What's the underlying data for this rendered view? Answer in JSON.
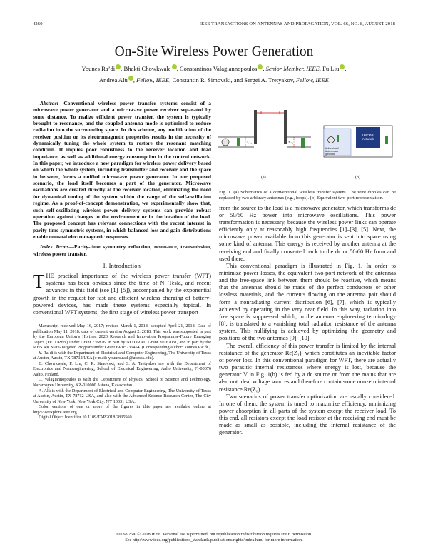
{
  "header": {
    "page_number": "4260",
    "journal": "IEEE TRANSACTIONS ON ANTENNAS AND PROPAGATION, VOL. 66, NO. 8, AUGUST 2018"
  },
  "title": "On-Site Wireless Power Generation",
  "authors": {
    "line1": [
      "Younes Ra’di",
      ", Bhakti Chowkwale",
      ", Constantinos Valagiannopoulos",
      ", ",
      "Senior Member, IEEE",
      ", Fu Liu",
      ","
    ],
    "line2": [
      "Andrea Alù",
      ", ",
      "Fellow, IEEE",
      ", Constantin R. Simovski, and Sergei A. Tretyakov, ",
      "Fellow, IEEE"
    ]
  },
  "abstract": {
    "label": "Abstract—",
    "text": "Conventional wireless power transfer systems consist of a microwave power generator and a microwave power receiver separated by some distance. To realize efficient power transfer, the system is typically brought to resonance, and the coupled-antenna mode is optimized to reduce radiation into the surrounding space. In this scheme, any modification of the receiver position or its electromagnetic properties results in the necessity of dynamically tuning the whole system to restore the resonant matching condition. It implies poor robustness to the receiver location and load impedance, as well as additional energy consumption in the control network. In this paper, we introduce a new paradigm for wireless power delivery based on which the whole system, including transmitter and receiver and the space in between, forms a unified microwave power generator. In our proposed scenario, the load itself becomes a part of the generator. Microwave oscillations are created directly at the receiver location, eliminating the need for dynamical tuning of the system within the range of the self-oscillation regime. As a proof-of-concept demonstration, we experimentally show that, such self-oscillating wireless power delivery systems can provide robust operation against changes in the environment or in the location of the load. The proposed concept has relevant connections with the recent interest in parity-time symmetric systems, in which balanced loss and gain distributions enable unusual electromagnetic responses."
  },
  "index_terms": {
    "label": "Index Terms—",
    "text": "Parity-time symmetry reflection, resonance, transmission, wireless power transfer."
  },
  "section1": {
    "heading": "I. Introduction",
    "dropcap": "T",
    "p1_rest": "HE practical importance of the wireless power transfer (WPT) systems has been obvious since the time of N. Tesla, and recent advances in this field (see [1]–[5]), accompanied by the exponential growth in the request for fast and efficient wireless charging of battery-powered devices, has made these systems especially topical. In conventional WPT systems, the first stage of wireless power transport"
  },
  "footnotes": [
    "Manuscript received May 16, 2017; revised March 1, 2018; accepted April 21, 2018. Date of publication May 11, 2018; date of current version August 2, 2018. This work was supported in part by the European Union’s Horizon 2020 Research and Innovation Programme-Future Emerging Topics (FETOPEN) under Grant 736876, in part by NU ORAU Grant 20162031, and in part by the MHS RK State-Targeted Program under Grant BR05236454. (Corresponding author: Younes Ra’di.)",
    "Y. Ra’di is with the Department of Electrical and Computer Engineering, The University of Texas at Austin, Austin, TX 78712 USA (e-mail: younes.radi@utexas.edu).",
    "B. Chowkwale, F. Liu, C. R. Simovski, and S. A. Tretyakov are with the Department of Electronics and Nanoengineering, School of Electrical Engineering, Aalto University, FI-00076 Aalto, Finland.",
    "C. Valagiannopoulos is with the Department of Physics, School of Science and Technology, Nazarbayev University, KZ-010000 Astana, Kazakhstan.",
    "A. Alù is with the Department of Electrical and Computer Engineering, The University of Texas at Austin, Austin, TX 78712 USA, and also with the Advanced Science Research Center, The City University of New York, New York City, NY 10031 USA.",
    "Color versions of one or more of the figures in this paper are available online at http://ieeexplore.ieee.org.",
    "Digital Object Identifier 10.1109/TAP.2018.2835560"
  ],
  "figure": {
    "label_a": "(a)",
    "label_b": "(b)",
    "zin1": "Zᵢₙ,₁",
    "zin2": "Zᵢₙ,₂",
    "two_port": [
      "Two-port",
      "network"
    ],
    "generator": [
      "Active circuit/",
      "Autonomous",
      "generator"
    ],
    "caption": "Fig. 1. (a) Schematics of a conventional wireless transfer system. The wire dipoles can be replaced by two arbitrary antennas (e.g., loops). (b) Equivalent two-port representation."
  },
  "right_column": {
    "p_cont": "from the source to the load is a microwave generator, which transforms dc or 50/60 Hz power into microwave oscillations. This power transformation is necessary, because the wireless power links can operate efficiently only at reasonably high frequencies [1]–[3], [5]. Next, the microwave power available from this generator is sent into space using some kind of antenna. This energy is received by another antenna at the receiving end and finally converted back to the dc or 50/60 Hz form and used there.",
    "p2": "This conventional paradigm is illustrated in Fig. 1. In order to minimize power losses, the equivalent two-port network of the antennas and the free-space link between them should be reactive, which means that the antennas should be made of the perfect conductors or other lossless materials, and the currents flowing on the antenna pair should form a nonradiating current distribution [6], [7], which is typically achieved by operating in the very near field. In this way, radiation into free space is suppressed which, in the antenna engineering terminology [8], is translated to a vanishing total radiation resistance of the antenna system. This nullifying is achieved by optimizing the geometry and positions of the two antennas [9], [10].",
    "p3": "The overall efficiency of this power transfer is limited by the internal resistance of the generator Re(Z₁), which constitutes an inevitable factor of power loss. In this conventional paradigm for WPT, there are actually two parasitic internal resistances where energy is lost, because the generator V in Fig. 1(b) is fed by a dc source or from the mains that are also not ideal voltage sources and therefore contain some nonzero internal resistance Re(Z₀).",
    "p4": "Two scenarios of power transfer optimization are usually considered. In one of them, the system is tuned to maximize efficiency, minimizing power absorption in all parts of the system except the receiver load. To this end, all resistors except the load resistor at the receiving end must be made as small as possible, including the internal resistance of the generator."
  },
  "footer": {
    "line1": "0018-926X © 2018 IEEE. Personal use is permitted, but republication/redistribution requires IEEE permission.",
    "line2": "See http://www.ieee.org/publications_standards/publications/rights/index.html for more information."
  }
}
